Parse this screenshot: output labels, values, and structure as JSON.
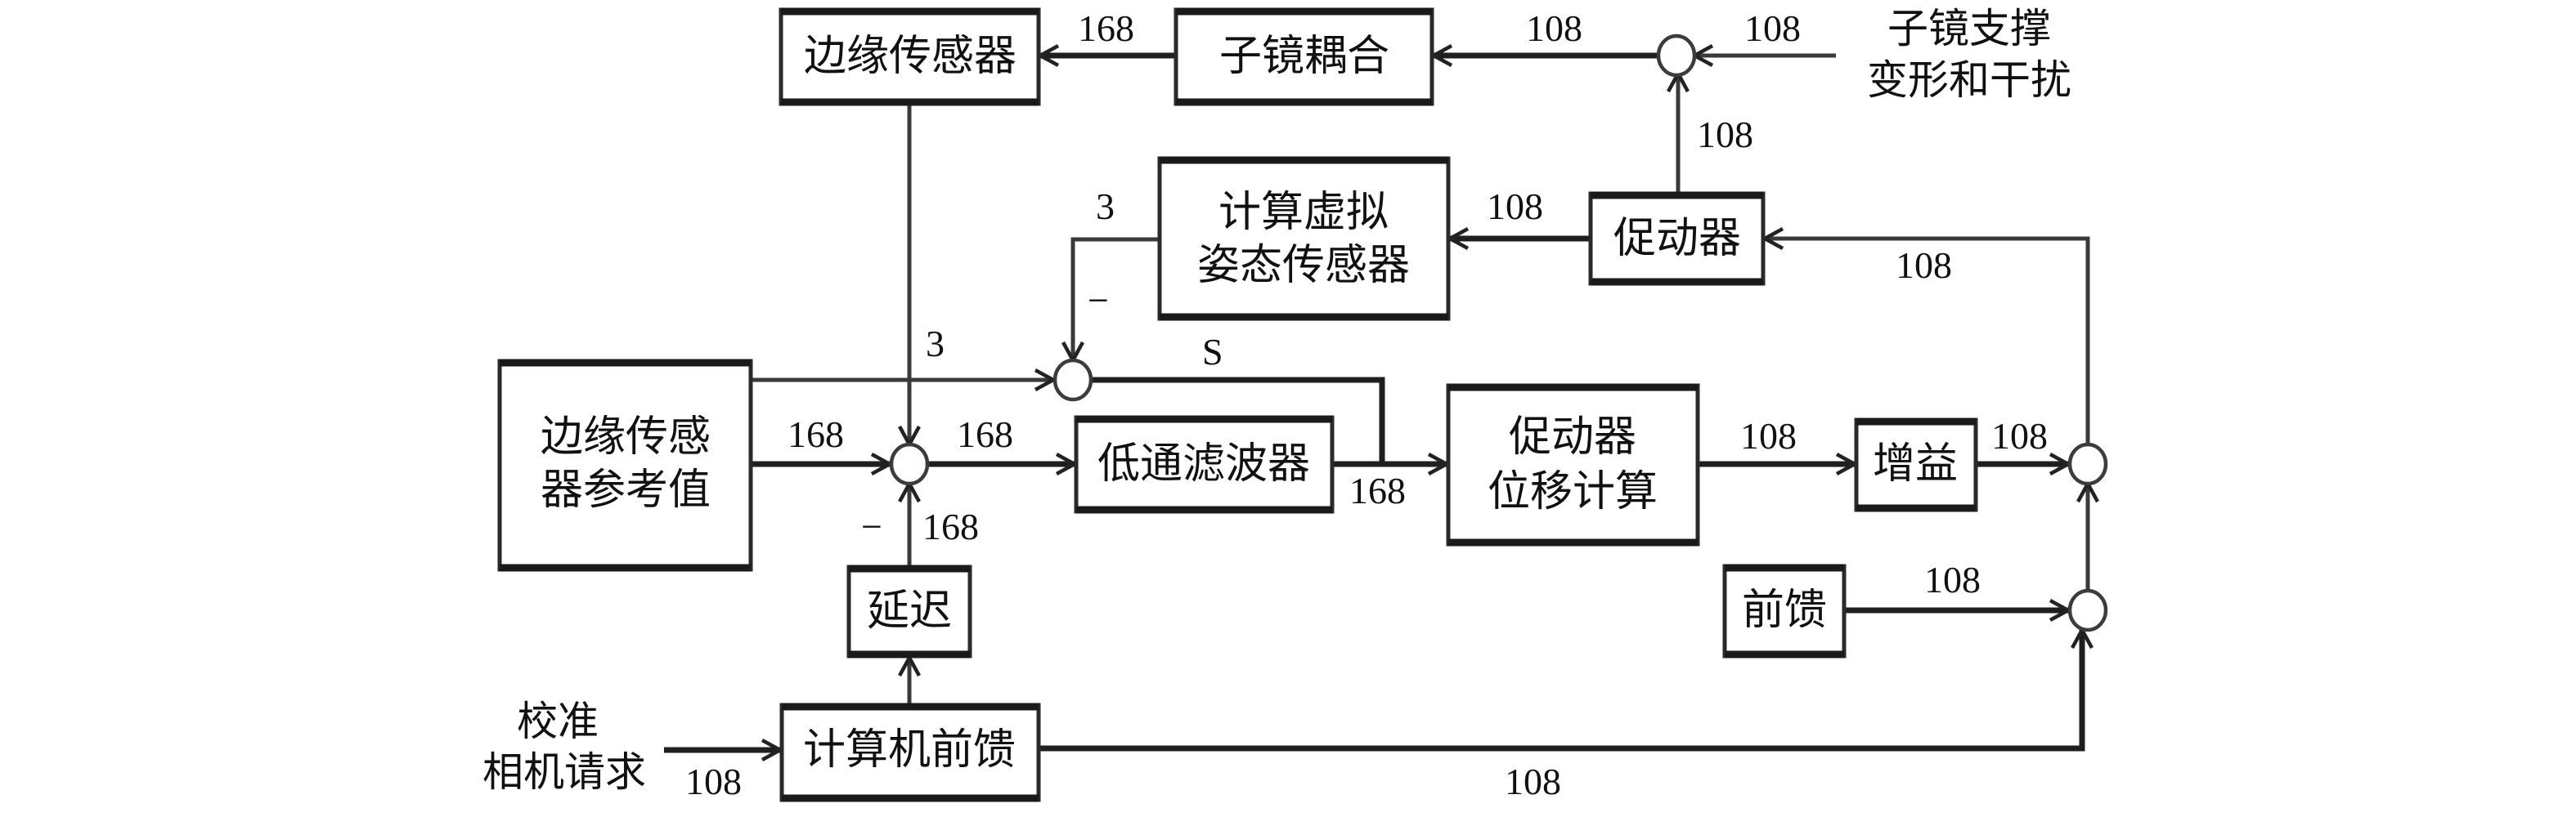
{
  "diagram": {
    "type": "block-diagram",
    "blocks": {
      "edge_sensor": "边缘传感器",
      "segment_coupling": "子镜耦合",
      "virtual_attitude_sensor": [
        "计算虚拟",
        "姿态传感器"
      ],
      "actuator": "促动器",
      "edge_sensor_reference": [
        "边缘传感",
        "器参考值"
      ],
      "low_pass_filter": "低通滤波器",
      "actuator_displacement": [
        "促动器",
        "位移计算"
      ],
      "gain": "增益",
      "feedforward": "前馈",
      "delay": "延迟",
      "computer_feedforward": "计算机前馈"
    },
    "external_inputs": {
      "disturbance": [
        "子镜支撑",
        "变形和干扰"
      ],
      "calibration_request": [
        "校准",
        "相机请求"
      ]
    },
    "signal_labels": {
      "coupling_to_edge_sensor": "168",
      "junction_to_coupling": "108",
      "disturbance_in": "108",
      "actuator_to_junction": "108",
      "actuator_to_virtual": "108",
      "virtual_out": "3",
      "virtual_sign": "−",
      "reference_branch": "3",
      "s_label": "S",
      "reference_main": "168",
      "sum_to_filter": "168",
      "delay_sign": "−",
      "delay_to_sum": "168",
      "filter_out": "168",
      "displacement_out": "108",
      "gain_out": "108",
      "actuator_feedback": "108",
      "feedforward_out": "108",
      "calibration_in": "108",
      "computer_ff_out": "108"
    }
  }
}
